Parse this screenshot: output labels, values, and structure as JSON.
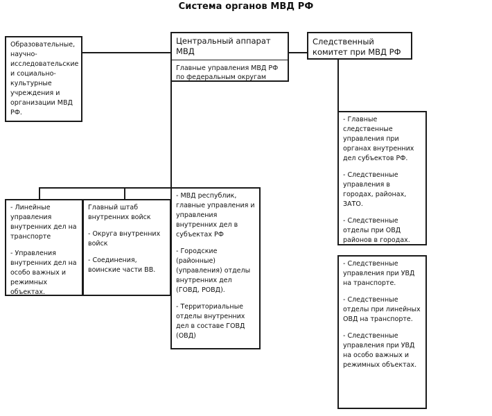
{
  "title": "Система органов МВД РФ",
  "central": {
    "header": "Центральный аппарат МВД",
    "sub": "Главные управления МВД РФ по федеральным округам"
  },
  "education": {
    "text": "Образовательные, научно-исследовательские и социально-культурные учреждения и организации МВД РФ."
  },
  "committee": {
    "header": "Следственный комитет при МВД РФ"
  },
  "transport_box": {
    "items": [
      "- Линейные управления внутренних дел на транспорте",
      "- Управления внутренних дел на особо важных и режимных объектах."
    ]
  },
  "troops_box": {
    "items": [
      "Главный штаб внутренних войск",
      "- Округа внутренних войск",
      "- Соединения, воинские части ВВ."
    ]
  },
  "regional_box": {
    "items": [
      "- МВД республик, главные управления и управления внутренних дел в субъектах РФ",
      "- Городские (районные) (управления) отделы внутренних дел (ГОВД, РОВД).",
      "- Территориальные отделы внутренних дел в составе ГОВД (ОВД)"
    ]
  },
  "investigation_box1": {
    "items": [
      "- Главные следственные управления при органах внутренних дел субъектов РФ.",
      "- Следственные управления в городах, районах, ЗАТО.",
      "- Следственные отделы при ОВД районов в городах."
    ]
  },
  "investigation_box2": {
    "items": [
      "- Следственные управления при УВД на транспорте.",
      "- Следственные отделы при линейных ОВД на транспорте.",
      "- Следственные управления при УВД на особо важных и режимных объектах."
    ]
  }
}
